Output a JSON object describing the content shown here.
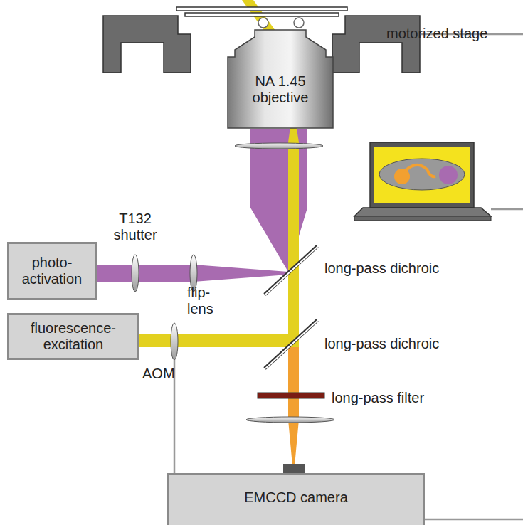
{
  "diagram": {
    "nodes": [
      {
        "text": [
          "NA 1.45 objective"
        ]
      },
      {
        "text": [
          "photo- activation"
        ]
      },
      {
        "text": [
          "fluorescence- excitation"
        ]
      },
      {
        "text": [
          "EMCCD camera"
        ]
      }
    ],
    "labels": [
      "motorized stage",
      "T132 shutter",
      "flip- lens",
      "long-pass dichroic",
      "long-pass dichroic",
      "AOM",
      "long-pass filter"
    ]
  }
}
